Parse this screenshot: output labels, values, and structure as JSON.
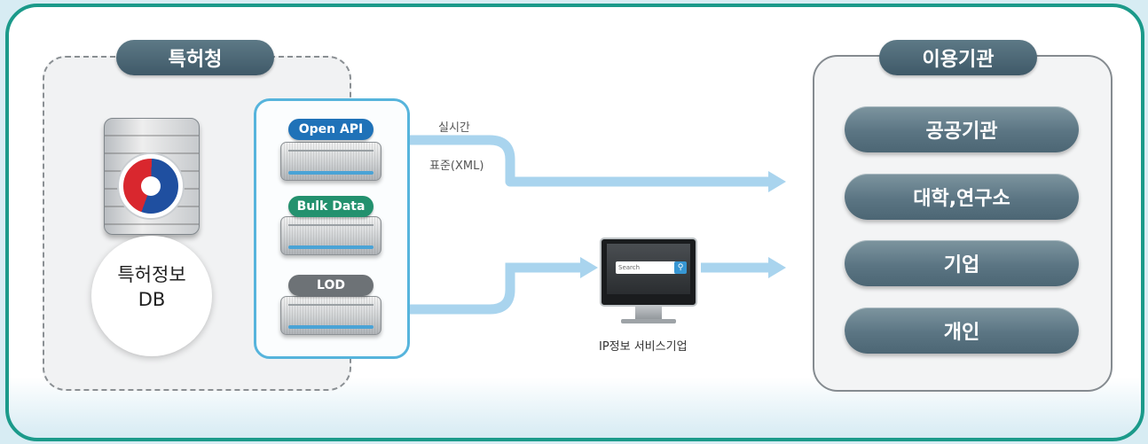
{
  "left_group": {
    "title": "특허청",
    "db_label_line1": "특허정보",
    "db_label_line2": "DB"
  },
  "api_types": [
    {
      "label": "Open API",
      "color": "#1f72b8"
    },
    {
      "label": "Bulk Data",
      "color": "#23916e"
    },
    {
      "label": "LOD",
      "color": "#6d7276"
    }
  ],
  "flow": {
    "realtime_label": "실시간",
    "standard_label": "표준(XML)",
    "arrow_color": "#a9d4ee"
  },
  "service": {
    "label": "IP정보 서비스기업",
    "search_placeholder": "Search",
    "search_icon": "magnifier-icon"
  },
  "right_group": {
    "title": "이용기관",
    "items": [
      "공공기관",
      "대학,연구소",
      "기업",
      "개인"
    ]
  },
  "colors": {
    "frame_border": "#1b9a8a",
    "pill_bg": "#4c6674",
    "blue_box": "#56b4dc"
  }
}
